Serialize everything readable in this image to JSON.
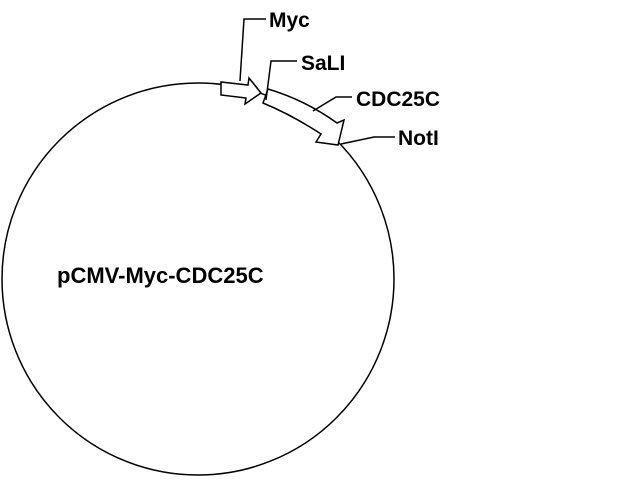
{
  "plasmid": {
    "name": "pCMV-Myc-CDC25C"
  },
  "features": {
    "myc": "Myc",
    "sali": "SaLI",
    "cdc25c": "CDC25C",
    "noti": "NotI"
  },
  "colors": {
    "line": "#000000",
    "background": "#ffffff"
  }
}
